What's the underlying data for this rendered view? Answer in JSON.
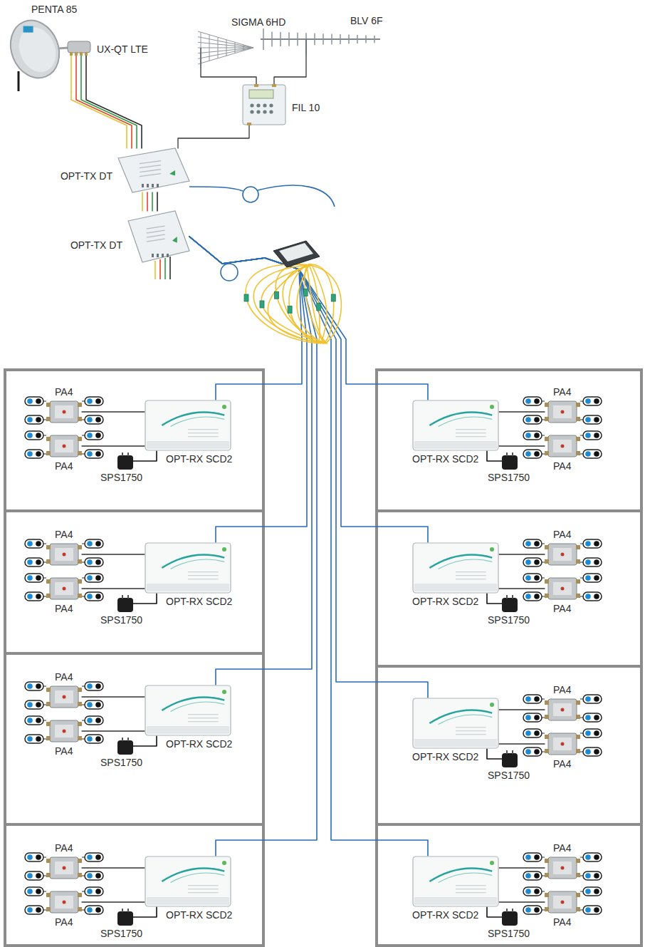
{
  "diagram": {
    "nodes": [
      {
        "text": [
          "PENTA 85"
        ]
      },
      {
        "text": [
          "UX-QT LTE"
        ]
      },
      {
        "text": [
          "SIGMA 6HD"
        ]
      },
      {
        "text": [
          "BLV 6F"
        ]
      },
      {
        "text": [
          "FIL 10"
        ]
      },
      {
        "text": [
          "OPT-TX DT"
        ]
      },
      {
        "text": [
          "OPT-TX DT"
        ]
      },
      {
        "text": [
          "PA4"
        ]
      },
      {
        "text": [
          "PA4"
        ]
      },
      {
        "text": [
          "OPT-RX SCD2"
        ]
      },
      {
        "text": [
          "SPS1750"
        ]
      },
      {
        "text": [
          "PA4"
        ]
      },
      {
        "text": [
          "PA4"
        ]
      },
      {
        "text": [
          "OPT-RX SCD2"
        ]
      },
      {
        "text": [
          "SPS1750"
        ]
      },
      {
        "text": [
          "PA4"
        ]
      },
      {
        "text": [
          "PA4"
        ]
      },
      {
        "text": [
          "OPT-RX SCD2"
        ]
      },
      {
        "text": [
          "SPS1750"
        ]
      },
      {
        "text": [
          "PA4"
        ]
      },
      {
        "text": [
          "PA4"
        ]
      },
      {
        "text": [
          "OPT-RX SCD2"
        ]
      },
      {
        "text": [
          "SPS1750"
        ]
      },
      {
        "text": [
          "PA4"
        ]
      },
      {
        "text": [
          "PA4"
        ]
      },
      {
        "text": [
          "OPT-RX SCD2"
        ]
      },
      {
        "text": [
          "SPS1750"
        ]
      },
      {
        "text": [
          "PA4"
        ]
      },
      {
        "text": [
          "PA4"
        ]
      },
      {
        "text": [
          "OPT-RX SCD2"
        ]
      },
      {
        "text": [
          "SPS1750"
        ]
      },
      {
        "text": [
          "PA4"
        ]
      },
      {
        "text": [
          "PA4"
        ]
      },
      {
        "text": [
          "OPT-RX SCD2"
        ]
      },
      {
        "text": [
          "SPS1750"
        ]
      },
      {
        "text": [
          "PA4"
        ]
      },
      {
        "text": [
          "PA4"
        ]
      },
      {
        "text": [
          "OPT-RX SCD2"
        ]
      },
      {
        "text": [
          "SPS1750"
        ]
      }
    ],
    "edges": [
      {
        "from": 1,
        "to": 5,
        "arrow": "none"
      },
      {
        "from": 1,
        "to": 5,
        "arrow": "none"
      },
      {
        "from": 1,
        "to": 5,
        "arrow": "none"
      },
      {
        "from": 1,
        "to": 5,
        "arrow": "none"
      },
      {
        "from": 2,
        "to": 4,
        "arrow": "none"
      },
      {
        "from": 3,
        "to": 4,
        "arrow": "none"
      },
      {
        "from": 4,
        "to": 5,
        "arrow": "none"
      },
      {
        "from": 5,
        "to": 6,
        "arrow": "none"
      },
      {
        "from": 5,
        "to": 6,
        "arrow": "none"
      },
      {
        "from": 5,
        "to": 6,
        "arrow": "none"
      },
      {
        "from": 5,
        "to": 6,
        "arrow": "none"
      },
      {
        "from": 6,
        "to": 9,
        "arrow": "none"
      },
      {
        "from": 6,
        "to": 13,
        "arrow": "none"
      },
      {
        "from": 6,
        "to": 17,
        "arrow": "none"
      },
      {
        "from": 6,
        "to": 21,
        "arrow": "none"
      },
      {
        "from": 6,
        "to": 25,
        "arrow": "none"
      },
      {
        "from": 6,
        "to": 29,
        "arrow": "none"
      },
      {
        "from": 6,
        "to": 33,
        "arrow": "none"
      },
      {
        "from": 6,
        "to": 37,
        "arrow": "none"
      },
      {
        "from": 9,
        "to": 7,
        "arrow": "none"
      },
      {
        "from": 9,
        "to": 8,
        "arrow": "none"
      },
      {
        "from": 10,
        "to": 9,
        "arrow": "none"
      },
      {
        "from": 13,
        "to": 11,
        "arrow": "none"
      },
      {
        "from": 13,
        "to": 12,
        "arrow": "none"
      },
      {
        "from": 14,
        "to": 13,
        "arrow": "none"
      },
      {
        "from": 17,
        "to": 15,
        "arrow": "none"
      },
      {
        "from": 17,
        "to": 16,
        "arrow": "none"
      },
      {
        "from": 18,
        "to": 17,
        "arrow": "none"
      },
      {
        "from": 21,
        "to": 19,
        "arrow": "none"
      },
      {
        "from": 21,
        "to": 20,
        "arrow": "none"
      },
      {
        "from": 22,
        "to": 21,
        "arrow": "none"
      },
      {
        "from": 25,
        "to": 23,
        "arrow": "none"
      },
      {
        "from": 25,
        "to": 24,
        "arrow": "none"
      },
      {
        "from": 26,
        "to": 25,
        "arrow": "none"
      },
      {
        "from": 29,
        "to": 27,
        "arrow": "none"
      },
      {
        "from": 29,
        "to": 28,
        "arrow": "none"
      },
      {
        "from": 30,
        "to": 29,
        "arrow": "none"
      },
      {
        "from": 33,
        "to": 31,
        "arrow": "none"
      },
      {
        "from": 33,
        "to": 32,
        "arrow": "none"
      },
      {
        "from": 34,
        "to": 33,
        "arrow": "none"
      },
      {
        "from": 37,
        "to": 35,
        "arrow": "none"
      },
      {
        "from": 37,
        "to": 36,
        "arrow": "none"
      },
      {
        "from": 38,
        "to": 37,
        "arrow": "none"
      }
    ]
  }
}
